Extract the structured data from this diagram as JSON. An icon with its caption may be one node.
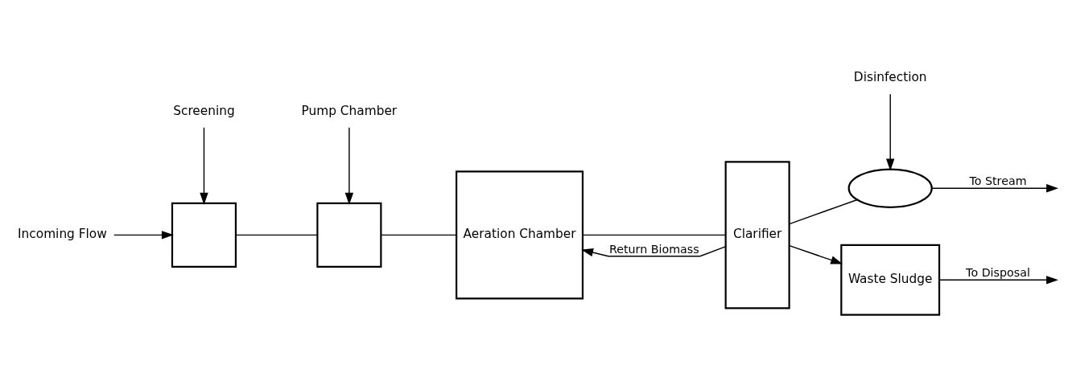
{
  "diagram": {
    "nodes": [
      {
        "text": [
          "Incoming Flow"
        ]
      },
      {
        "text": [
          "Screening"
        ]
      },
      {
        "text": [],
        "shape": "box"
      },
      {
        "text": [
          "Pump Chamber"
        ]
      },
      {
        "text": [],
        "shape": "box"
      },
      {
        "text": [
          "Aeration Chamber"
        ]
      },
      {
        "text": [
          "Clarifier"
        ]
      },
      {
        "text": [
          "Disinfection"
        ]
      },
      {
        "text": [],
        "shape": "ellipse"
      },
      {
        "text": [
          "Waste Sludge"
        ]
      }
    ],
    "edges": [
      {
        "from": 0,
        "to": 2,
        "arrow": "to"
      },
      {
        "from": 1,
        "to": 2,
        "arrow": "to"
      },
      {
        "from": 2,
        "to": 4,
        "arrow": "none"
      },
      {
        "from": 3,
        "to": 4,
        "arrow": "to"
      },
      {
        "from": 4,
        "to": 5,
        "arrow": "none"
      },
      {
        "from": 5,
        "to": 6,
        "arrow": "none"
      },
      {
        "from": 6,
        "to": 8,
        "arrow": "none"
      },
      {
        "from": 7,
        "to": 8,
        "arrow": "to"
      },
      {
        "from": 8,
        "to": null,
        "arrow": "to",
        "label": "To Stream"
      },
      {
        "from": 6,
        "to": 9,
        "arrow": "to"
      },
      {
        "from": 6,
        "to": 5,
        "arrow": "to",
        "label": "Return Biomass"
      },
      {
        "from": 9,
        "to": null,
        "arrow": "to",
        "label": "To Disposal"
      }
    ]
  }
}
